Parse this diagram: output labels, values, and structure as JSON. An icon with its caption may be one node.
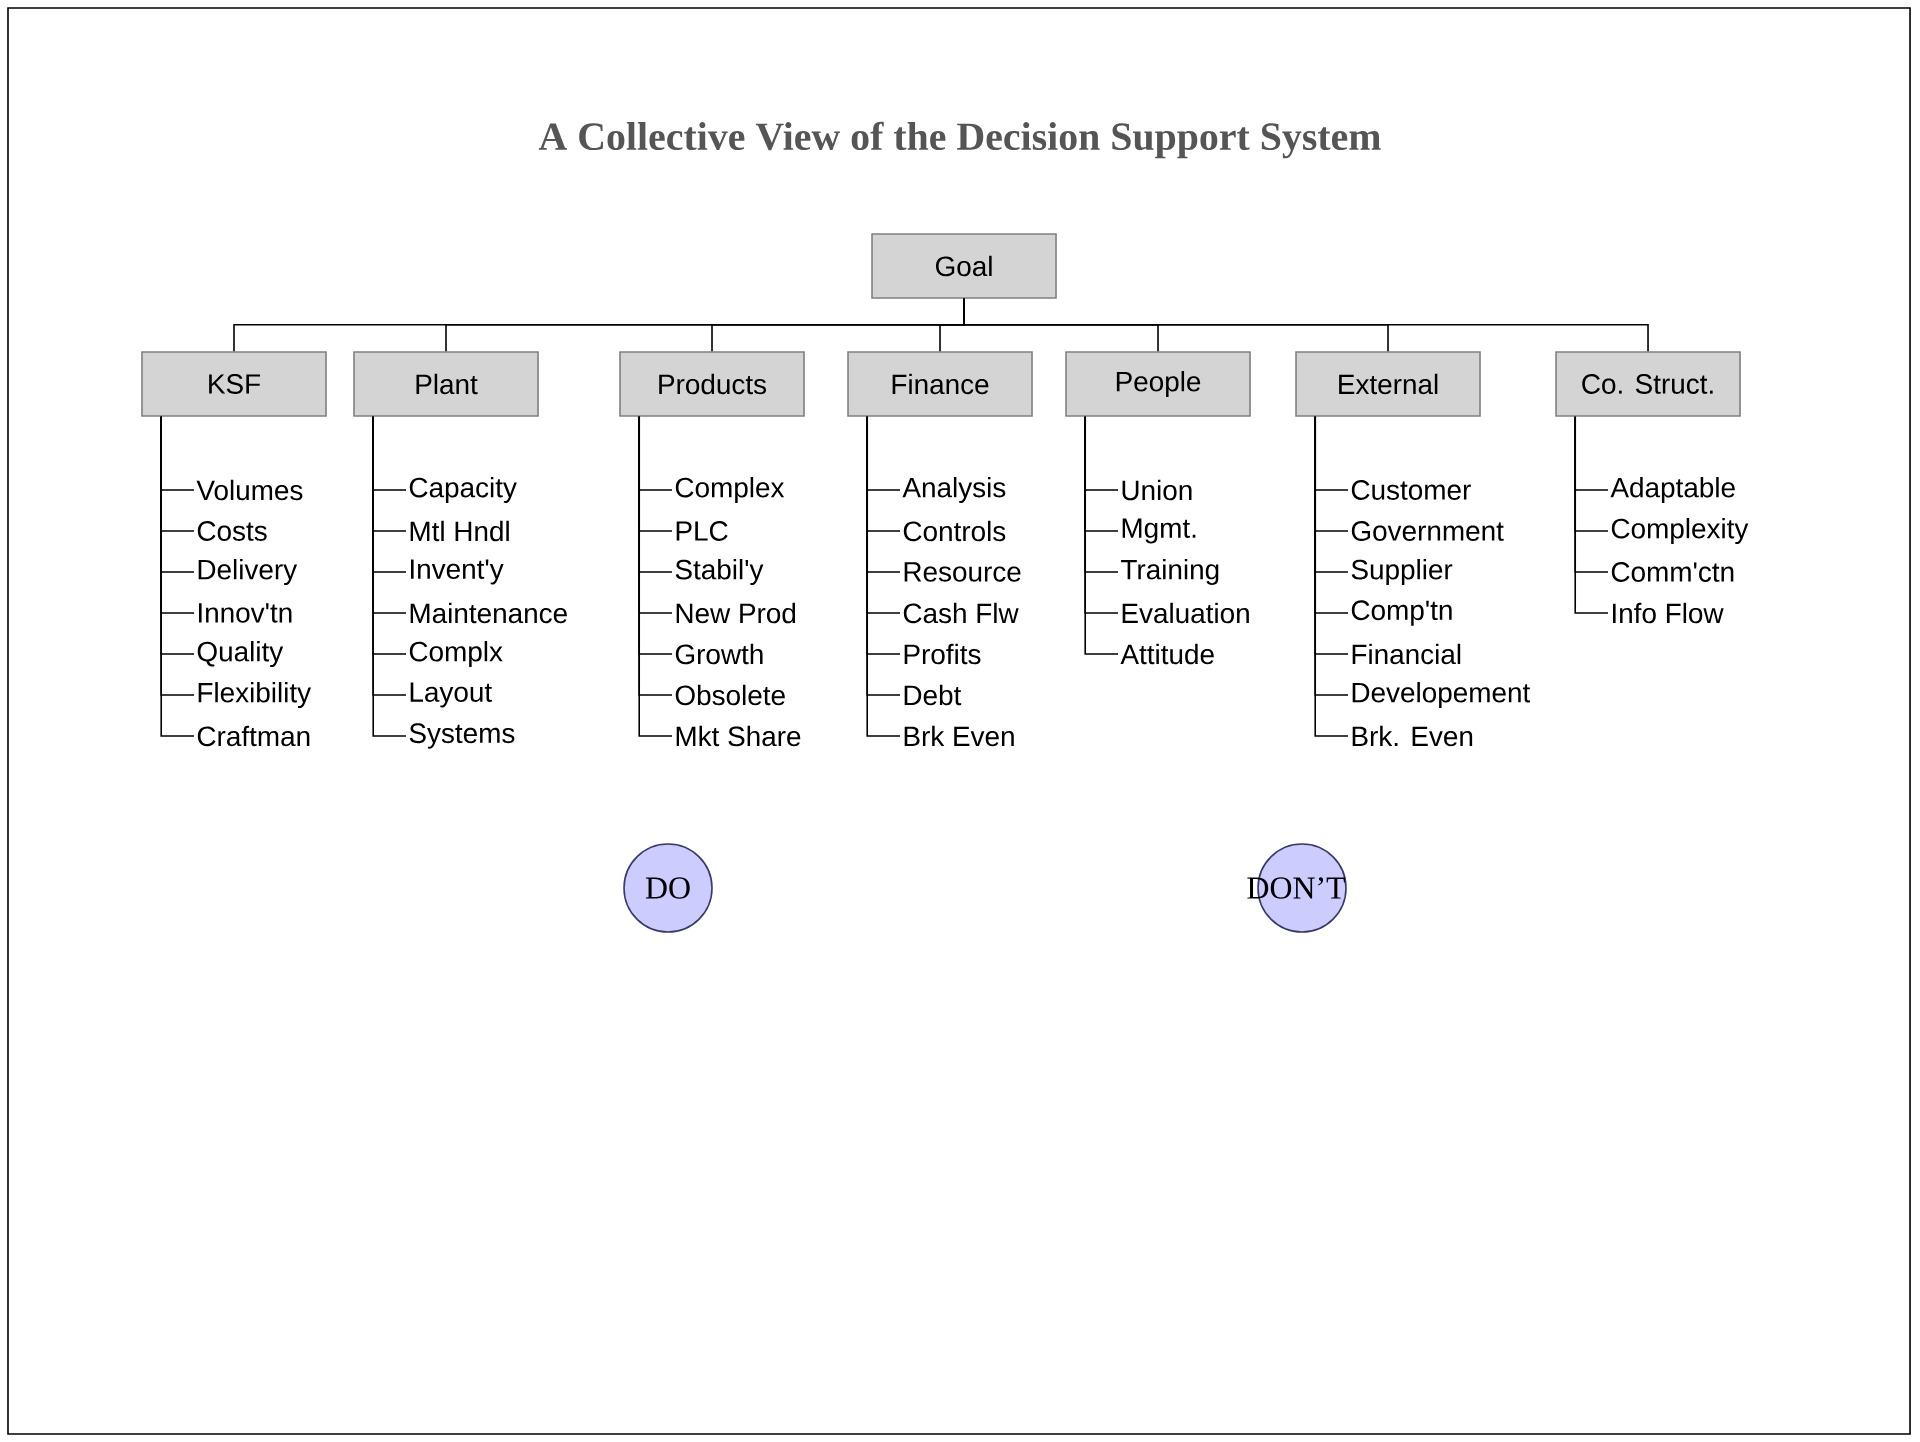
{
  "diagram": {
    "title": "A Collective View of the Decision Support System",
    "nodes": [
      {
        "text": [
          "Goal"
        ]
      },
      {
        "text": [
          "KSF"
        ]
      },
      {
        "text": [
          "Plant"
        ]
      },
      {
        "text": [
          "Products"
        ]
      },
      {
        "text": [
          "Finance"
        ]
      },
      {
        "text": [
          "People"
        ]
      },
      {
        "text": [
          "External"
        ]
      },
      {
        "text": [
          "Co. Struct."
        ]
      },
      {
        "text": [
          "Volumes"
        ]
      },
      {
        "text": [
          "Costs"
        ]
      },
      {
        "text": [
          "Delivery"
        ]
      },
      {
        "text": [
          "Innov'tn"
        ]
      },
      {
        "text": [
          "Quality"
        ]
      },
      {
        "text": [
          "Flexibility"
        ]
      },
      {
        "text": [
          "Craftman"
        ]
      },
      {
        "text": [
          "Capacity"
        ]
      },
      {
        "text": [
          "Mtl Hndl"
        ]
      },
      {
        "text": [
          "Invent'y"
        ]
      },
      {
        "text": [
          "Maintenance"
        ]
      },
      {
        "text": [
          "Complx"
        ]
      },
      {
        "text": [
          "Layout"
        ]
      },
      {
        "text": [
          "Systems"
        ]
      },
      {
        "text": [
          "Complex"
        ]
      },
      {
        "text": [
          "PLC"
        ]
      },
      {
        "text": [
          "Stabil'y"
        ]
      },
      {
        "text": [
          "New Prod"
        ]
      },
      {
        "text": [
          "Growth"
        ]
      },
      {
        "text": [
          "Obsolete"
        ]
      },
      {
        "text": [
          "Mkt Share"
        ]
      },
      {
        "text": [
          "Analysis"
        ]
      },
      {
        "text": [
          "Controls"
        ]
      },
      {
        "text": [
          "Resource"
        ]
      },
      {
        "text": [
          "Cash Flw"
        ]
      },
      {
        "text": [
          "Profits"
        ]
      },
      {
        "text": [
          "Debt"
        ]
      },
      {
        "text": [
          "Brk Even"
        ]
      },
      {
        "text": [
          "Union"
        ]
      },
      {
        "text": [
          "Mgmt."
        ]
      },
      {
        "text": [
          "Training"
        ]
      },
      {
        "text": [
          "Evaluation"
        ]
      },
      {
        "text": [
          "Attitude"
        ]
      },
      {
        "text": [
          "Customer"
        ]
      },
      {
        "text": [
          "Government"
        ]
      },
      {
        "text": [
          "Supplier"
        ]
      },
      {
        "text": [
          "Comp'tn"
        ]
      },
      {
        "text": [
          "Financial"
        ]
      },
      {
        "text": [
          "Developement"
        ]
      },
      {
        "text": [
          "Brk. Even"
        ]
      },
      {
        "text": [
          "Adaptable"
        ]
      },
      {
        "text": [
          "Complexity"
        ]
      },
      {
        "text": [
          "Comm'ctn"
        ]
      },
      {
        "text": [
          "Info Flow"
        ]
      },
      {
        "text": [
          "DO"
        ]
      },
      {
        "text": [
          "DON’T"
        ]
      }
    ],
    "edges": [
      {
        "from": 0,
        "to": 1,
        "arrow": "none"
      },
      {
        "from": 0,
        "to": 2,
        "arrow": "none"
      },
      {
        "from": 0,
        "to": 3,
        "arrow": "none"
      },
      {
        "from": 0,
        "to": 4,
        "arrow": "none"
      },
      {
        "from": 0,
        "to": 5,
        "arrow": "none"
      },
      {
        "from": 0,
        "to": 6,
        "arrow": "none"
      },
      {
        "from": 0,
        "to": 7,
        "arrow": "none"
      },
      {
        "from": 1,
        "to": 8,
        "arrow": "none"
      },
      {
        "from": 1,
        "to": 9,
        "arrow": "none"
      },
      {
        "from": 1,
        "to": 10,
        "arrow": "none"
      },
      {
        "from": 1,
        "to": 11,
        "arrow": "none"
      },
      {
        "from": 1,
        "to": 12,
        "arrow": "none"
      },
      {
        "from": 1,
        "to": 13,
        "arrow": "none"
      },
      {
        "from": 1,
        "to": 14,
        "arrow": "none"
      },
      {
        "from": 2,
        "to": 15,
        "arrow": "none"
      },
      {
        "from": 2,
        "to": 16,
        "arrow": "none"
      },
      {
        "from": 2,
        "to": 17,
        "arrow": "none"
      },
      {
        "from": 2,
        "to": 18,
        "arrow": "none"
      },
      {
        "from": 2,
        "to": 19,
        "arrow": "none"
      },
      {
        "from": 2,
        "to": 20,
        "arrow": "none"
      },
      {
        "from": 2,
        "to": 21,
        "arrow": "none"
      },
      {
        "from": 3,
        "to": 22,
        "arrow": "none"
      },
      {
        "from": 3,
        "to": 23,
        "arrow": "none"
      },
      {
        "from": 3,
        "to": 24,
        "arrow": "none"
      },
      {
        "from": 3,
        "to": 25,
        "arrow": "none"
      },
      {
        "from": 3,
        "to": 26,
        "arrow": "none"
      },
      {
        "from": 3,
        "to": 27,
        "arrow": "none"
      },
      {
        "from": 3,
        "to": 28,
        "arrow": "none"
      },
      {
        "from": 4,
        "to": 29,
        "arrow": "none"
      },
      {
        "from": 4,
        "to": 30,
        "arrow": "none"
      },
      {
        "from": 4,
        "to": 31,
        "arrow": "none"
      },
      {
        "from": 4,
        "to": 32,
        "arrow": "none"
      },
      {
        "from": 4,
        "to": 33,
        "arrow": "none"
      },
      {
        "from": 4,
        "to": 34,
        "arrow": "none"
      },
      {
        "from": 4,
        "to": 35,
        "arrow": "none"
      },
      {
        "from": 5,
        "to": 36,
        "arrow": "none"
      },
      {
        "from": 5,
        "to": 37,
        "arrow": "none"
      },
      {
        "from": 5,
        "to": 38,
        "arrow": "none"
      },
      {
        "from": 5,
        "to": 39,
        "arrow": "none"
      },
      {
        "from": 5,
        "to": 40,
        "arrow": "none"
      },
      {
        "from": 6,
        "to": 41,
        "arrow": "none"
      },
      {
        "from": 6,
        "to": 42,
        "arrow": "none"
      },
      {
        "from": 6,
        "to": 43,
        "arrow": "none"
      },
      {
        "from": 6,
        "to": 44,
        "arrow": "none"
      },
      {
        "from": 6,
        "to": 45,
        "arrow": "none"
      },
      {
        "from": 6,
        "to": 46,
        "arrow": "none"
      },
      {
        "from": 6,
        "to": 47,
        "arrow": "none"
      },
      {
        "from": 7,
        "to": 48,
        "arrow": "none"
      },
      {
        "from": 7,
        "to": 49,
        "arrow": "none"
      },
      {
        "from": 7,
        "to": 50,
        "arrow": "none"
      },
      {
        "from": 7,
        "to": 51,
        "arrow": "none"
      }
    ]
  }
}
